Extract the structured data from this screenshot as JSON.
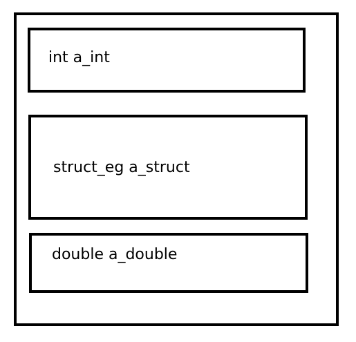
{
  "diagram": {
    "fields": [
      {
        "label": "int a_int"
      },
      {
        "label": "struct_eg a_struct"
      },
      {
        "label": "double a_double"
      }
    ]
  }
}
